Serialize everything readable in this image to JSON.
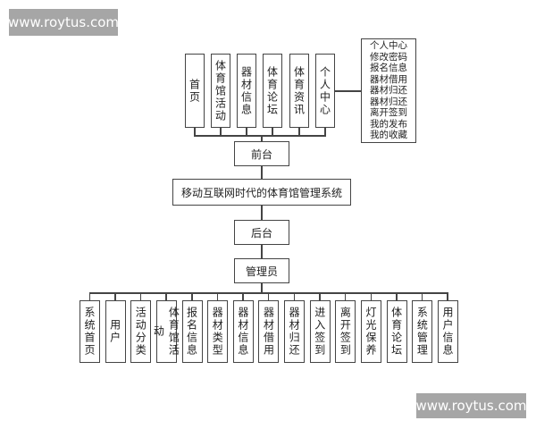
{
  "watermark": "www.roytus.com",
  "frontend": {
    "label": "前台",
    "modules": [
      "首页",
      "体育馆活动",
      "器材信息",
      "体育论坛",
      "体育资讯",
      "个人中心"
    ],
    "personal_center_items": [
      "个人中心",
      "修改密码",
      "报名信息",
      "器材借用",
      "器材归还",
      "器材归还",
      "离开签到",
      "我的发布",
      "我的收藏"
    ]
  },
  "system": {
    "title": "移动互联网时代的体育馆管理系统"
  },
  "backend": {
    "label": "后台",
    "role": "管理员",
    "modules": [
      "系统首页",
      "用户",
      "活动分类",
      "体育馆活动",
      "报名信息",
      "器材类型",
      "器材信息",
      "器材借用",
      "器材归还",
      "进入签到",
      "离开签到",
      "灯光保养",
      "体育论坛",
      "系统管理",
      "用户信息"
    ]
  }
}
